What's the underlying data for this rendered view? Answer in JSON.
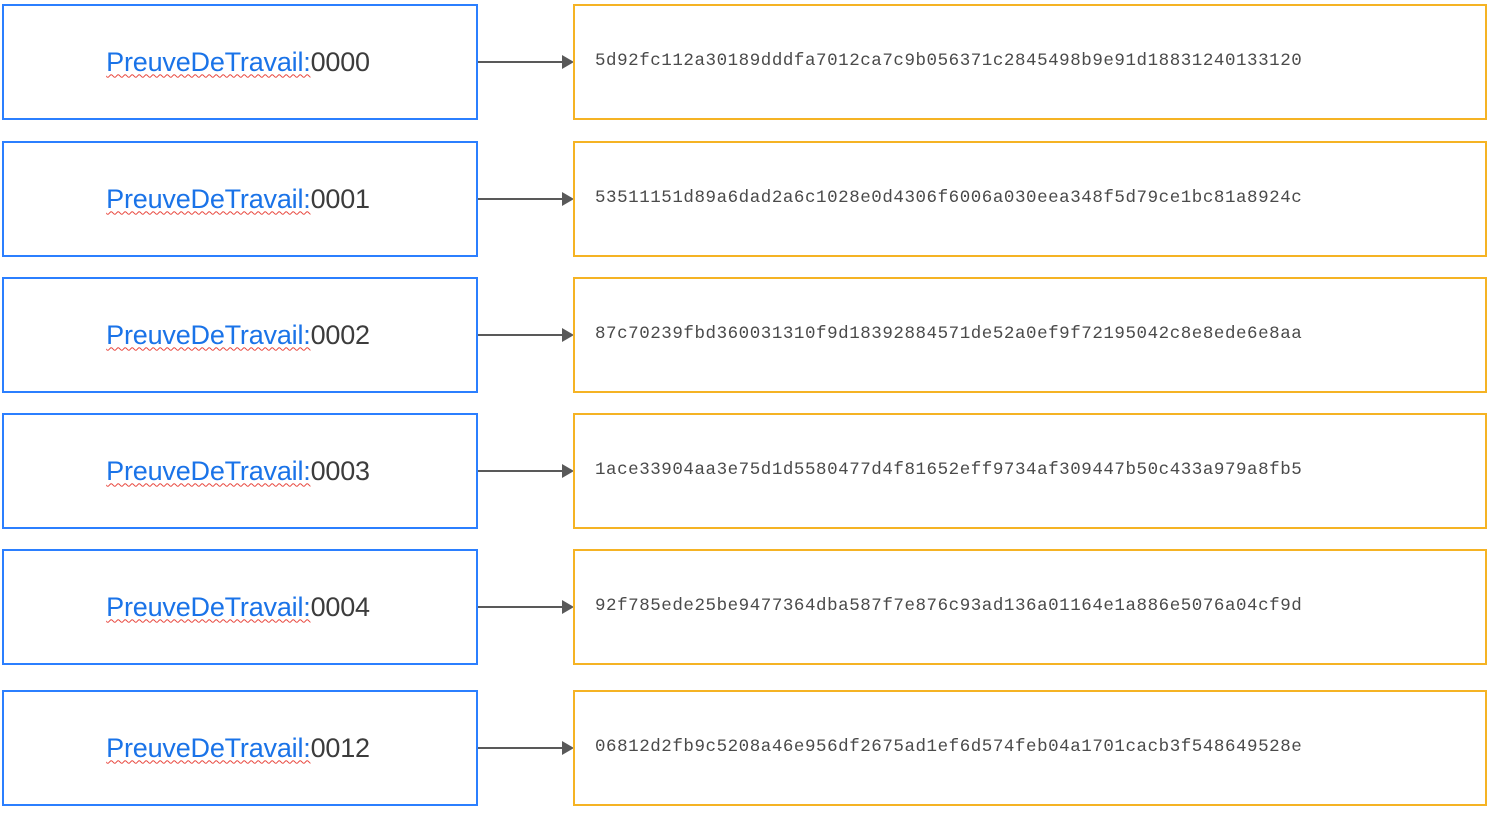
{
  "diagram": {
    "type": "node-to-hash-mapping",
    "colors": {
      "node_border": "#2b7fff",
      "node_key_text": "#1a73e8",
      "node_value_text": "#3c3c3c",
      "hash_border": "#f5b324",
      "hash_text": "#4a4a4a",
      "arrow": "#595959",
      "spellcheck_underline": "#e8453c",
      "background": "#ffffff"
    },
    "rows": [
      {
        "key": "PreuveDeTravail:",
        "value": "0000",
        "hash": "5d92fc112a30189dddfa7012ca7c9b056371c2845498b9e91d18831240133120"
      },
      {
        "key": "PreuveDeTravail:",
        "value": "0001",
        "hash": "53511151d89a6dad2a6c1028e0d4306f6006a030eea348f5d79ce1bc81a8924c"
      },
      {
        "key": "PreuveDeTravail:",
        "value": "0002",
        "hash": "87c70239fbd360031310f9d18392884571de52a0ef9f72195042c8e8ede6e8aa"
      },
      {
        "key": "PreuveDeTravail:",
        "value": "0003",
        "hash": "1ace33904aa3e75d1d5580477d4f81652eff9734af309447b50c433a979a8fb5"
      },
      {
        "key": "PreuveDeTravail:",
        "value": "0004",
        "hash": "92f785ede25be9477364dba587f7e876c93ad136a01164e1a886e5076a04cf9d"
      },
      {
        "key": "PreuveDeTravail:",
        "value": "0012",
        "hash": "06812d2fb9c5208a46e956df2675ad1ef6d574feb04a1701cacb3f548649528e"
      }
    ]
  }
}
